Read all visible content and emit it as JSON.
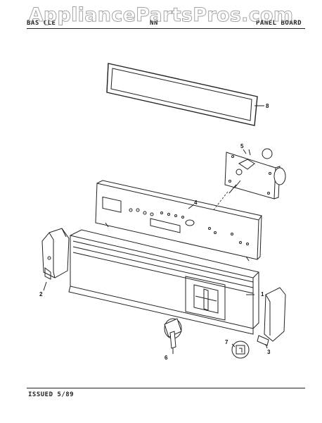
{
  "header": {
    "left": "BAS CLE",
    "middle": "NN",
    "right": "PANEL BOARD"
  },
  "watermark": "AppliancePartsPros.com",
  "footer": {
    "issued": "ISSUED 5/89"
  },
  "callouts": {
    "c1": "1",
    "c2": "2",
    "c3": "3",
    "c4": "4",
    "c5": "5",
    "c6": "6",
    "c7": "7",
    "c8": "8"
  },
  "colors": {
    "ink": "#222222",
    "paper": "#ffffff"
  }
}
